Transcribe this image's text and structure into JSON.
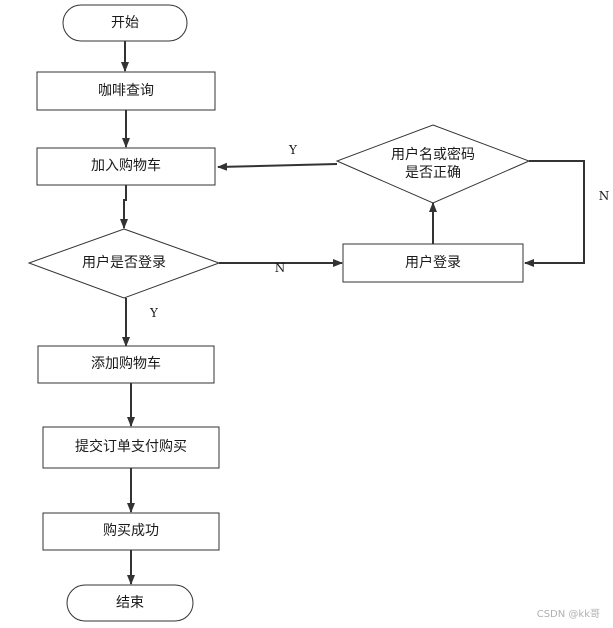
{
  "nodes": {
    "start": "开始",
    "coffee_query": "咖啡查询",
    "add_to_cart": "加入购物车",
    "is_logged_in": "用户是否登录",
    "user_login": "用户登录",
    "credentials_check_line1": "用户名或密码",
    "credentials_check_line2": "是否正确",
    "add_cart": "添加购物车",
    "submit_order": "提交订单支付购买",
    "purchase_success": "购买成功",
    "end": "结束"
  },
  "edge_labels": {
    "credentials_yes": "Y",
    "credentials_no": "N",
    "logged_in_no": "N",
    "logged_in_yes": "Y"
  },
  "watermark": "CSDN @kk哥",
  "colors": {
    "line": "#333333",
    "node_border": "#333333",
    "background": "#ffffff"
  }
}
